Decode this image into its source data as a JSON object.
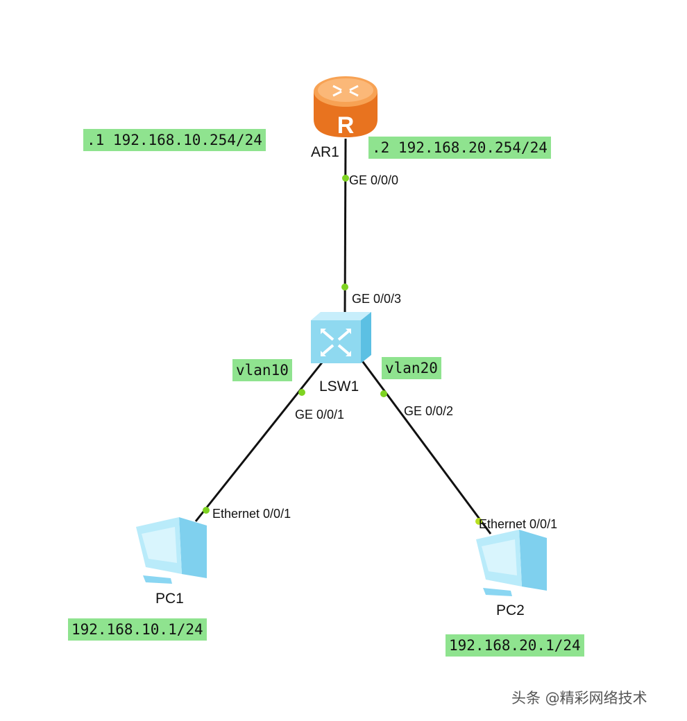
{
  "devices": {
    "router": "AR1",
    "switch": "LSW1",
    "pc1": "PC1",
    "pc2": "PC2"
  },
  "interfaces": {
    "router_ge000": "GE 0/0/0",
    "switch_ge003": "GE 0/0/3",
    "switch_ge001": "GE 0/0/1",
    "switch_ge002": "GE 0/0/2",
    "pc1_eth": "Ethernet 0/0/1",
    "pc2_eth": "Ethernet 0/0/1"
  },
  "address_tags": {
    "router_sub1": ".1 192.168.10.254/24",
    "router_sub2": ".2 192.168.20.254/24",
    "vlan10": "vlan10",
    "vlan20": "vlan20",
    "pc1_ip": "192.168.10.1/24",
    "pc2_ip": "192.168.20.1/24"
  },
  "watermark": "头条 @精彩网络技术",
  "colors": {
    "tag_bg": "#8fe38f",
    "port_dot": "#7ed321",
    "router_orange": "#f28a2e",
    "switch_blue": "#8fd9f0",
    "pc_blue": "#a8e4f7"
  }
}
